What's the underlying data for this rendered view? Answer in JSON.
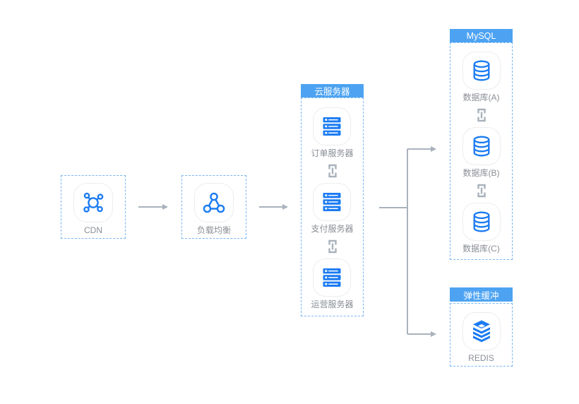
{
  "diagram": {
    "nodes": {
      "cdn": {
        "label": "CDN",
        "icon": "cdn-network-icon"
      },
      "load_balancer": {
        "label": "负载均衡",
        "icon": "load-balancer-icon"
      }
    },
    "groups": {
      "cloud_servers": {
        "title": "云服务器",
        "items": [
          {
            "label": "订单服务器",
            "icon": "server-icon"
          },
          {
            "label": "支付服务器",
            "icon": "server-icon"
          },
          {
            "label": "运营服务器",
            "icon": "server-icon"
          }
        ]
      },
      "mysql": {
        "title": "MySQL",
        "items": [
          {
            "label": "数据库(A)",
            "icon": "database-icon"
          },
          {
            "label": "数据库(B)",
            "icon": "database-icon"
          },
          {
            "label": "数据库(C)",
            "icon": "database-icon"
          }
        ]
      },
      "elastic_cache": {
        "title": "弹性缓冲",
        "items": [
          {
            "label": "REDIS",
            "icon": "redis-stack-icon"
          }
        ]
      }
    },
    "colors": {
      "header_bg": "#4da3f2",
      "header_text": "#ffffff",
      "icon_blue": "#1b7bf2",
      "dashed_border": "#76b6f5",
      "arrow_gray": "#a9b2bc",
      "label_gray": "#8a8e94",
      "tile_border": "#ededed",
      "background": "#ffffff"
    }
  }
}
